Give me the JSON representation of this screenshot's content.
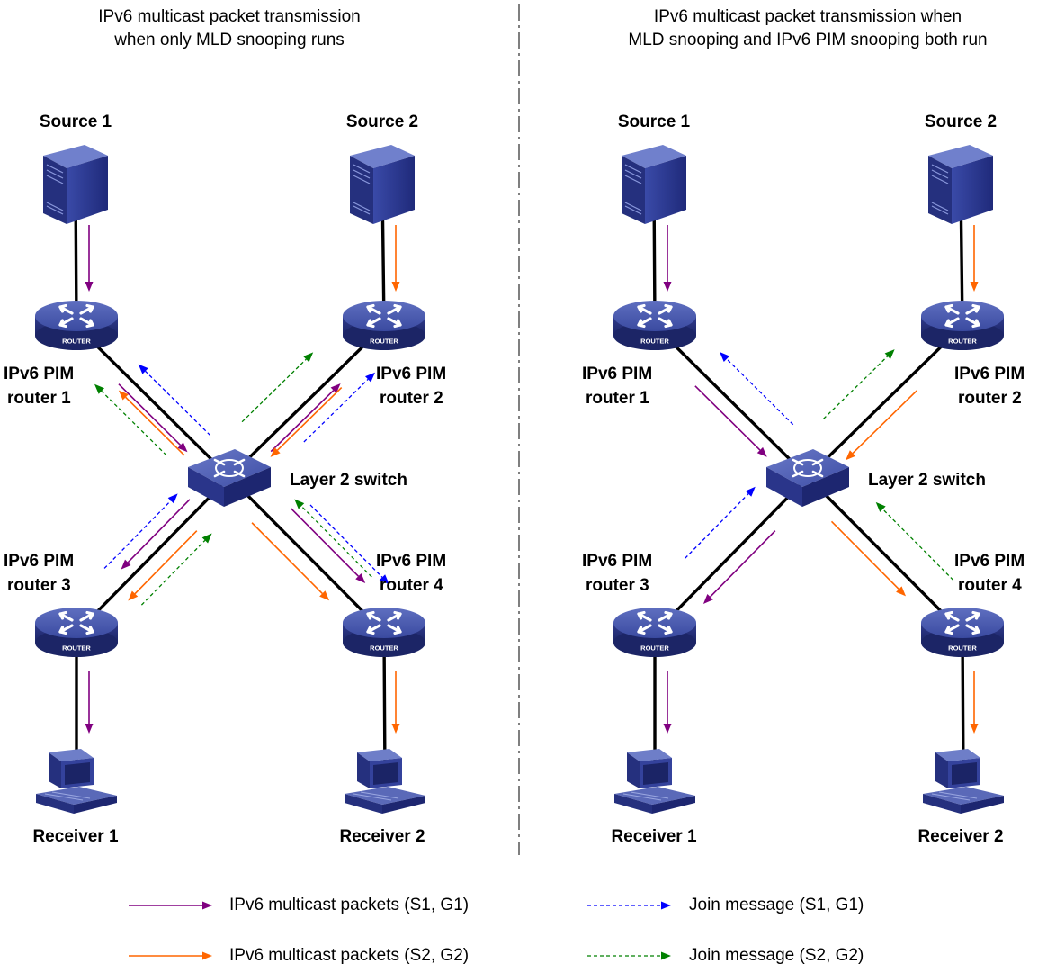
{
  "panels": [
    {
      "title_line1": "IPv6 multicast packet transmission",
      "title_line2": "when only MLD snooping runs",
      "source1": "Source 1",
      "source2": "Source 2",
      "router1_line1": "IPv6 PIM",
      "router1_line2": "router 1",
      "router2_line1": "IPv6 PIM",
      "router2_line2": "router 2",
      "router3_line1": "IPv6 PIM",
      "router3_line2": "router 3",
      "router4_line1": "IPv6 PIM",
      "router4_line2": "router 4",
      "switch": "Layer 2 switch",
      "receiver1": "Receiver 1",
      "receiver2": "Receiver 2"
    },
    {
      "title_line1": "IPv6 multicast packet transmission when",
      "title_line2": "MLD snooping and IPv6 PIM snooping both run",
      "source1": "Source 1",
      "source2": "Source 2",
      "router1_line1": "IPv6 PIM",
      "router1_line2": "router 1",
      "router2_line1": "IPv6 PIM",
      "router2_line2": "router 2",
      "router3_line1": "IPv6 PIM",
      "router3_line2": "router 3",
      "router4_line1": "IPv6 PIM",
      "router4_line2": "router 4",
      "switch": "Layer 2 switch",
      "receiver1": "Receiver 1",
      "receiver2": "Receiver 2"
    }
  ],
  "device_badge": "ROUTER",
  "legend": {
    "packets_s1g1": "IPv6 multicast packets (S1, G1)",
    "packets_s2g2": "IPv6 multicast packets (S2, G2)",
    "join_s1g1": "Join message (S1, G1)",
    "join_s2g2": "Join message (S2, G2)"
  },
  "colors": {
    "packets_s1g1": "#800080",
    "packets_s2g2": "#FF6600",
    "join_s1g1": "#0000FF",
    "join_s2g2": "#008000",
    "device": "#2B3990"
  },
  "icons": {
    "source": "server-icon",
    "router": "router-icon",
    "switch": "switch-icon",
    "receiver": "pc-icon"
  }
}
